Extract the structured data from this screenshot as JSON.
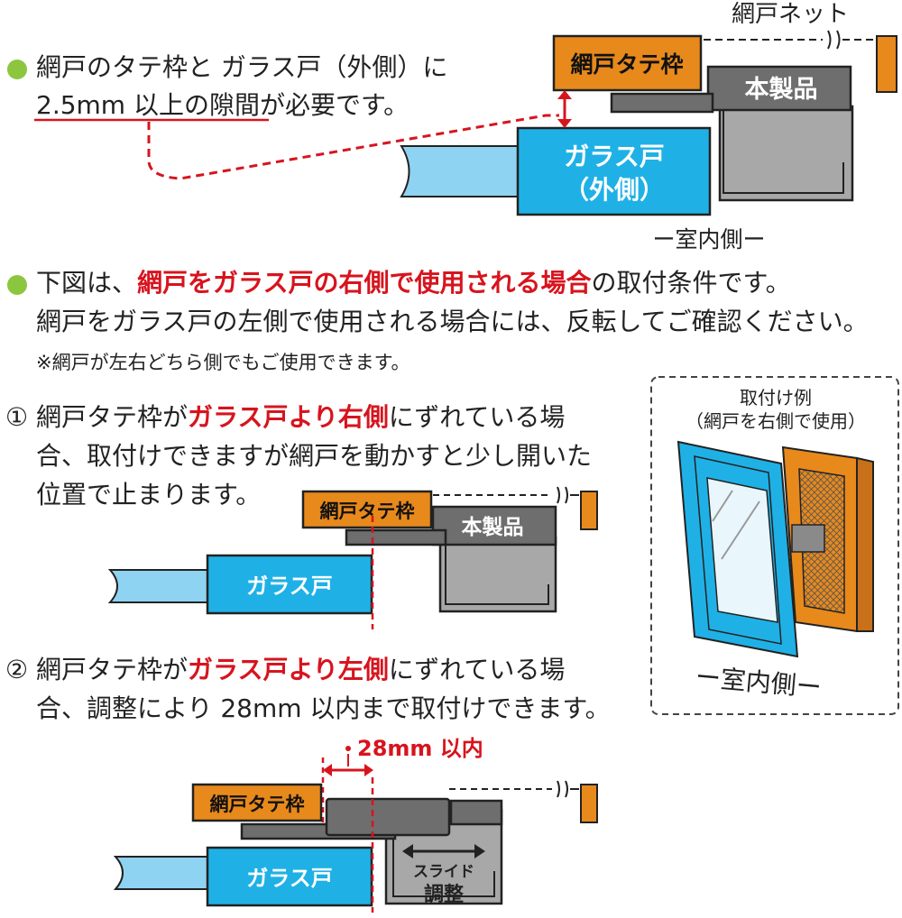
{
  "intro": {
    "line1": "網戸のタテ枠と ガラス戸（外側）に",
    "line2_underlined": "2.5mm 以上の隙間",
    "line2_rest": "が必要です。"
  },
  "top_diagram": {
    "net_label": "網戸ネット",
    "frame_label": "網戸タテ枠",
    "product_label": "本製品",
    "glass_line1": "ガラス戸",
    "glass_line2": "（外側）",
    "indoor_label": "ー室内側ー"
  },
  "notice": {
    "pre": "下図は、",
    "highlight": "網戸をガラス戸の右側で使用される場合",
    "post": "の取付条件です。",
    "line2": "網戸をガラス戸の左側で使用される場合には、反転してご確認ください。",
    "footnote": "※網戸が左右どちら側でもご使用できます。"
  },
  "case1": {
    "num": "①",
    "pre": "網戸タテ枠が",
    "highlight": "ガラス戸より右側",
    "post": "にずれている場",
    "line2": "合、取付けできますが網戸を動かすと少し開いた",
    "line3": "位置で止まります。",
    "frame_label": "網戸タテ枠",
    "product_label": "本製品",
    "glass_label": "ガラス戸"
  },
  "example": {
    "title": "取付け例",
    "subtitle": "（網戸を右側で使用）",
    "indoor_label": "ー室内側ー"
  },
  "case2": {
    "num": "②",
    "pre": "網戸タテ枠が",
    "highlight": "ガラス戸より左側",
    "post": "にずれている場",
    "line2": "合、調整により 28mm 以内まで取付けできます。",
    "dimension_label": "28mm 以内",
    "frame_label": "網戸タテ枠",
    "glass_label": "ガラス戸",
    "slide_label": "スライド",
    "adjust_label": "調整"
  },
  "colors": {
    "orange": "#e8891c",
    "blue": "#1fb1e6",
    "light_blue": "#8fd3f3",
    "gray": "#a8a8a8",
    "dark_gray": "#6e6e6e",
    "red": "#d7141e",
    "green": "#8cc63f"
  }
}
